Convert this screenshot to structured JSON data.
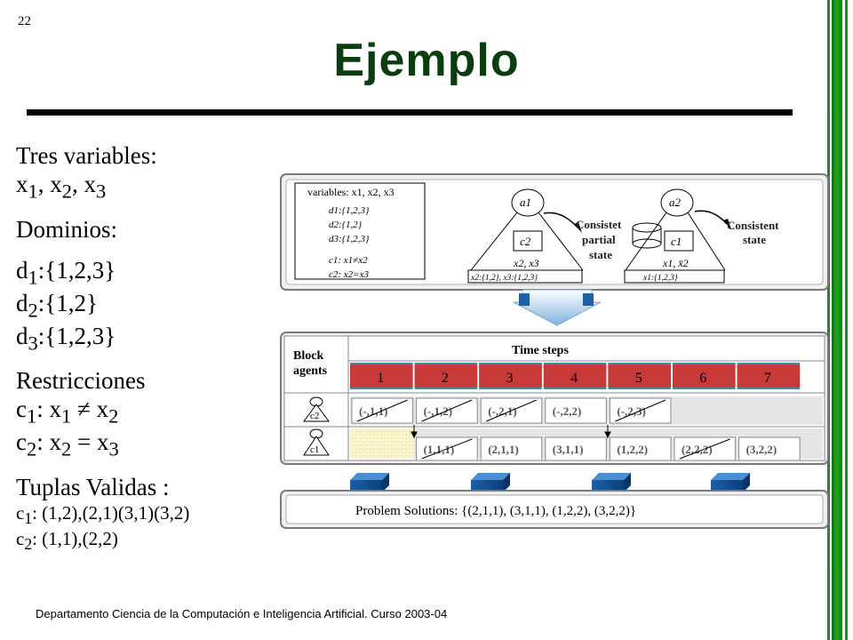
{
  "slide_number": "22",
  "title": "Ejemplo",
  "left": {
    "vars_heading": "Tres variables:",
    "vars_line": [
      "x",
      "1",
      ", x",
      "2",
      ", x",
      "3"
    ],
    "domains_heading": "Dominios:",
    "domains": [
      {
        "name": "d",
        "sub": "1",
        "value": ":{1,2,3}"
      },
      {
        "name": "d",
        "sub": "2",
        "value": ":{1,2}"
      },
      {
        "name": "d",
        "sub": "3",
        "value": ":{1,2,3}"
      }
    ],
    "restr_heading": "Restricciones",
    "c1": {
      "c": "c",
      "cs": "1",
      "a": ": x",
      "as": "1",
      "op": " ≠ x",
      "bs": "2"
    },
    "c2": {
      "c": "c",
      "cs": "2",
      "a": ": x",
      "as": "2",
      "op": " = x",
      "bs": "3"
    },
    "tuples_heading": "Tuplas Validas :",
    "t1": {
      "c": "c",
      "cs": "1",
      "text": ": (1,2),(2,1)(3,1)(3,2)"
    },
    "t2": {
      "c": "c",
      "cs": "2",
      "text": ": (1,1),(2,2)"
    }
  },
  "diagram": {
    "panel": {
      "variables_line": "variables: x1, x2, x3",
      "lines": [
        "d1:{1,2,3}",
        "d2:{1,2}",
        "d3:{1,2,3}",
        "c1: x1≠x2",
        "c2: x2=x3"
      ]
    },
    "agent1": {
      "top": "a1",
      "box": "c2",
      "vars": "x2, x3",
      "domain": "x2:{1,2}, x3:{1,2,3}"
    },
    "agent2": {
      "top": "a2",
      "box": "c1",
      "vars": "x1, x̄2",
      "domain": "x1:{1,2,3}"
    },
    "partial_label": [
      "Consistet",
      "partial",
      "state"
    ],
    "consistent_label": [
      "Consistent",
      "state"
    ],
    "block_agents": [
      "Block",
      "agents"
    ],
    "time_steps": "Time steps",
    "steps": [
      "1",
      "2",
      "3",
      "4",
      "5",
      "6",
      "7"
    ],
    "row_c2": [
      "(-,1,1)",
      "(-,1,2)",
      "(-,2,1)",
      "(-,2,2)",
      "(-,2,3)"
    ],
    "row_c1": [
      "(1,1,1)",
      "(2,1,1)",
      "(3,1,1)",
      "(1,2,2)",
      "(2,2,2)",
      "(3,2,2)"
    ],
    "c2_label": "c2",
    "c1_label": "c1",
    "solutions": "Problem Solutions: {(2,1,1), (3,1,1), (1,2,2), (3,2,2)}"
  },
  "footer": "Departamento Ciencia de la Computación e Inteligencia Artificial. Curso 2003-04",
  "colors": {
    "title": "#0b3d12",
    "header_bar": "#3a8fb0",
    "number_bar": "#c83a3a"
  }
}
